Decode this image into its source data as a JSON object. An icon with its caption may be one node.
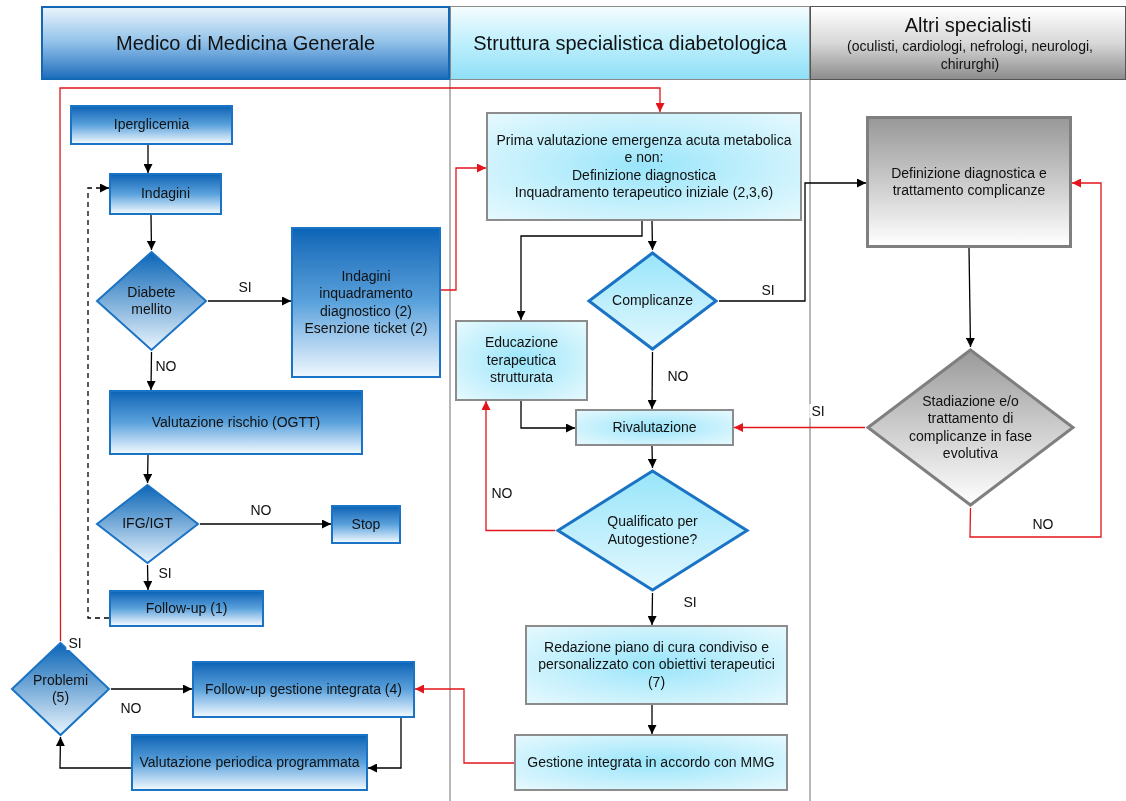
{
  "diagram": {
    "nodes": [
      {
        "text": [
          "Medico di Medicina Generale"
        ]
      },
      {
        "text": [
          "Struttura specialistica diabetologica"
        ]
      },
      {
        "text": [
          "Altri specialisti",
          "(oculisti, cardiologi, nefrologi, neurologi, chirurghi)"
        ]
      },
      {
        "text": [
          "Iperglicemia"
        ]
      },
      {
        "text": [
          "Indagini"
        ]
      },
      {
        "text": [
          "Diabete mellito"
        ]
      },
      {
        "text": [
          "Indagini inquadramento diagnostico (2)",
          "Esenzione ticket (2)"
        ]
      },
      {
        "text": [
          "Valutazione rischio (OGTT)"
        ]
      },
      {
        "text": [
          "IFG/IGT"
        ]
      },
      {
        "text": [
          "Stop"
        ]
      },
      {
        "text": [
          "Follow-up (1)"
        ]
      },
      {
        "text": [
          "Problemi (5)"
        ]
      },
      {
        "text": [
          "Follow-up gestione integrata (4)"
        ]
      },
      {
        "text": [
          "Valutazione periodica programmata"
        ]
      },
      {
        "text": [
          "Prima valutazione emergenza acuta metabolica e non:",
          "Definizione diagnostica",
          "Inquadramento terapeutico iniziale (2,3,6)"
        ]
      },
      {
        "text": [
          "Complicanze"
        ]
      },
      {
        "text": [
          "Educazione terapeutica strutturata"
        ]
      },
      {
        "text": [
          "Rivalutazione"
        ]
      },
      {
        "text": [
          "Qualificato per Autogestione?"
        ]
      },
      {
        "text": [
          "Redazione piano di cura condiviso e personalizzato con obiettivi terapeutici (7)"
        ]
      },
      {
        "text": [
          "Gestione integrata in accordo con MMG"
        ]
      },
      {
        "text": [
          "Definizione diagnostica e trattamento complicanze"
        ]
      },
      {
        "text": [
          "Stadiazione e/o trattamento di complicanze in fase evolutiva"
        ]
      }
    ],
    "edges": [
      {
        "from": 3,
        "to": 4,
        "arrow": "to"
      },
      {
        "from": 4,
        "to": 5,
        "arrow": "to"
      },
      {
        "from": 5,
        "to": 6,
        "arrow": "to",
        "label": "SI"
      },
      {
        "from": 5,
        "to": 7,
        "arrow": "to",
        "label": "NO"
      },
      {
        "from": 7,
        "to": 8,
        "arrow": "to"
      },
      {
        "from": 8,
        "to": 9,
        "arrow": "to",
        "label": "NO"
      },
      {
        "from": 8,
        "to": 10,
        "arrow": "to",
        "label": "SI"
      },
      {
        "from": 10,
        "to": 4,
        "arrow": "to",
        "style": "dashed"
      },
      {
        "from": 6,
        "to": 14,
        "arrow": "to",
        "color": "#e3141b"
      },
      {
        "from": 11,
        "to": 14,
        "arrow": "to",
        "label": "SI",
        "color": "#e3141b"
      },
      {
        "from": 11,
        "to": 12,
        "arrow": "to",
        "label": "NO"
      },
      {
        "from": 12,
        "to": 13,
        "arrow": "to"
      },
      {
        "from": 13,
        "to": 11,
        "arrow": "to"
      },
      {
        "from": 14,
        "to": 15,
        "arrow": "to"
      },
      {
        "from": 14,
        "to": 16,
        "arrow": "to"
      },
      {
        "from": 15,
        "to": 21,
        "arrow": "to",
        "label": "SI"
      },
      {
        "from": 15,
        "to": 17,
        "arrow": "to",
        "label": "NO"
      },
      {
        "from": 16,
        "to": 17,
        "arrow": "to"
      },
      {
        "from": 17,
        "to": 18,
        "arrow": "to"
      },
      {
        "from": 18,
        "to": 16,
        "arrow": "to",
        "label": "NO",
        "color": "#e3141b"
      },
      {
        "from": 18,
        "to": 19,
        "arrow": "to",
        "label": "SI"
      },
      {
        "from": 19,
        "to": 20,
        "arrow": "to"
      },
      {
        "from": 20,
        "to": 12,
        "arrow": "to",
        "color": "#e3141b"
      },
      {
        "from": 21,
        "to": 22,
        "arrow": "to"
      },
      {
        "from": 22,
        "to": 17,
        "arrow": "to",
        "label": "SI",
        "color": "#e3141b"
      },
      {
        "from": 22,
        "to": 21,
        "arrow": "to",
        "label": "NO",
        "color": "#e3141b"
      }
    ]
  }
}
